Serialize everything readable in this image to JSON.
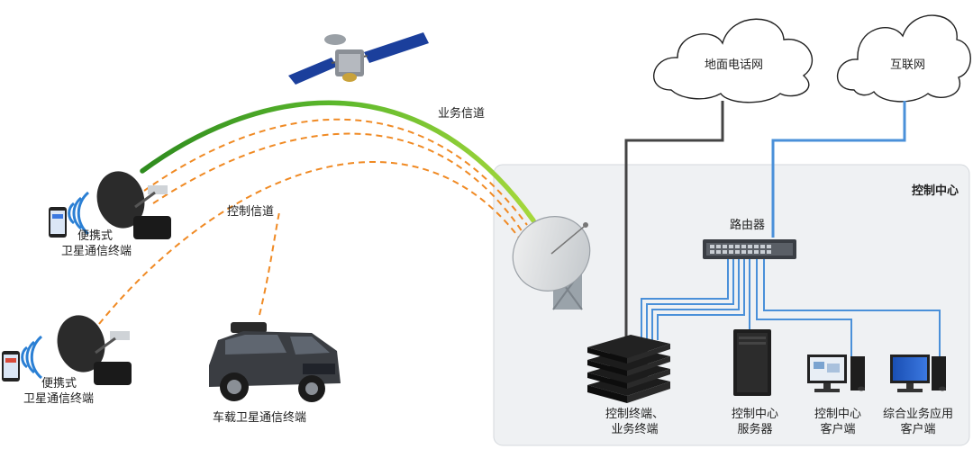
{
  "clouds": {
    "pstn": "地面电话网",
    "internet": "互联网"
  },
  "links": {
    "business_channel": "业务信道",
    "control_channel": "控制信道"
  },
  "control_center": {
    "title": "控制中心",
    "router": "路由器"
  },
  "terminals": {
    "portable_top": {
      "line1": "便携式",
      "line2": "卫星通信终端"
    },
    "portable_bottom": {
      "line1": "便携式",
      "line2": "卫星通信终端"
    },
    "vehicle": "车载卫星通信终端"
  },
  "equipment": {
    "control_terminal": {
      "line1": "控制终端、",
      "line2": "业务终端"
    },
    "server": {
      "line1": "控制中心",
      "line2": "服务器"
    },
    "control_client": {
      "line1": "控制中心",
      "line2": "客户端"
    },
    "app_client": {
      "line1": "综合业务应用",
      "line2": "客户端"
    }
  },
  "colors": {
    "business_link": "#4caf28",
    "control_link": "#f08a24",
    "internet_line": "#4a90d9",
    "pstn_line": "#444444",
    "panel_bg": "#f0f2f4"
  }
}
